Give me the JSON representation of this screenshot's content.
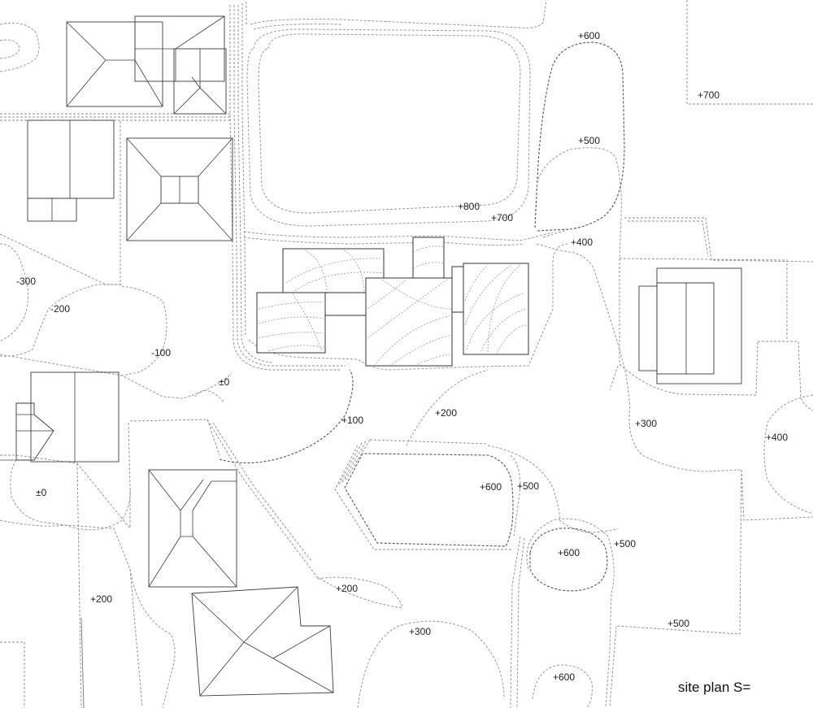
{
  "caption": "site plan S=",
  "levels": {
    "l600_top": "+600",
    "l700_right": "+700",
    "l500_right": "+500",
    "l800": "+800",
    "l700_mid": "+700",
    "l400_mid": "+400",
    "m300": "-300",
    "m200": "-200",
    "m100": "-100",
    "pm0_a": "±0",
    "pm0_b": "±0",
    "l100": "+100",
    "l200_mid": "+200",
    "l300_right": "+300",
    "l400_right": "+400",
    "l600_pond": "+600",
    "l500_pond": "+500",
    "l600_island": "+600",
    "l500_island": "+500",
    "l200_left": "+200",
    "l200_bottom": "+200",
    "l300_bottom": "+300",
    "l500_bottom": "+500",
    "l600_bottom": "+600"
  }
}
